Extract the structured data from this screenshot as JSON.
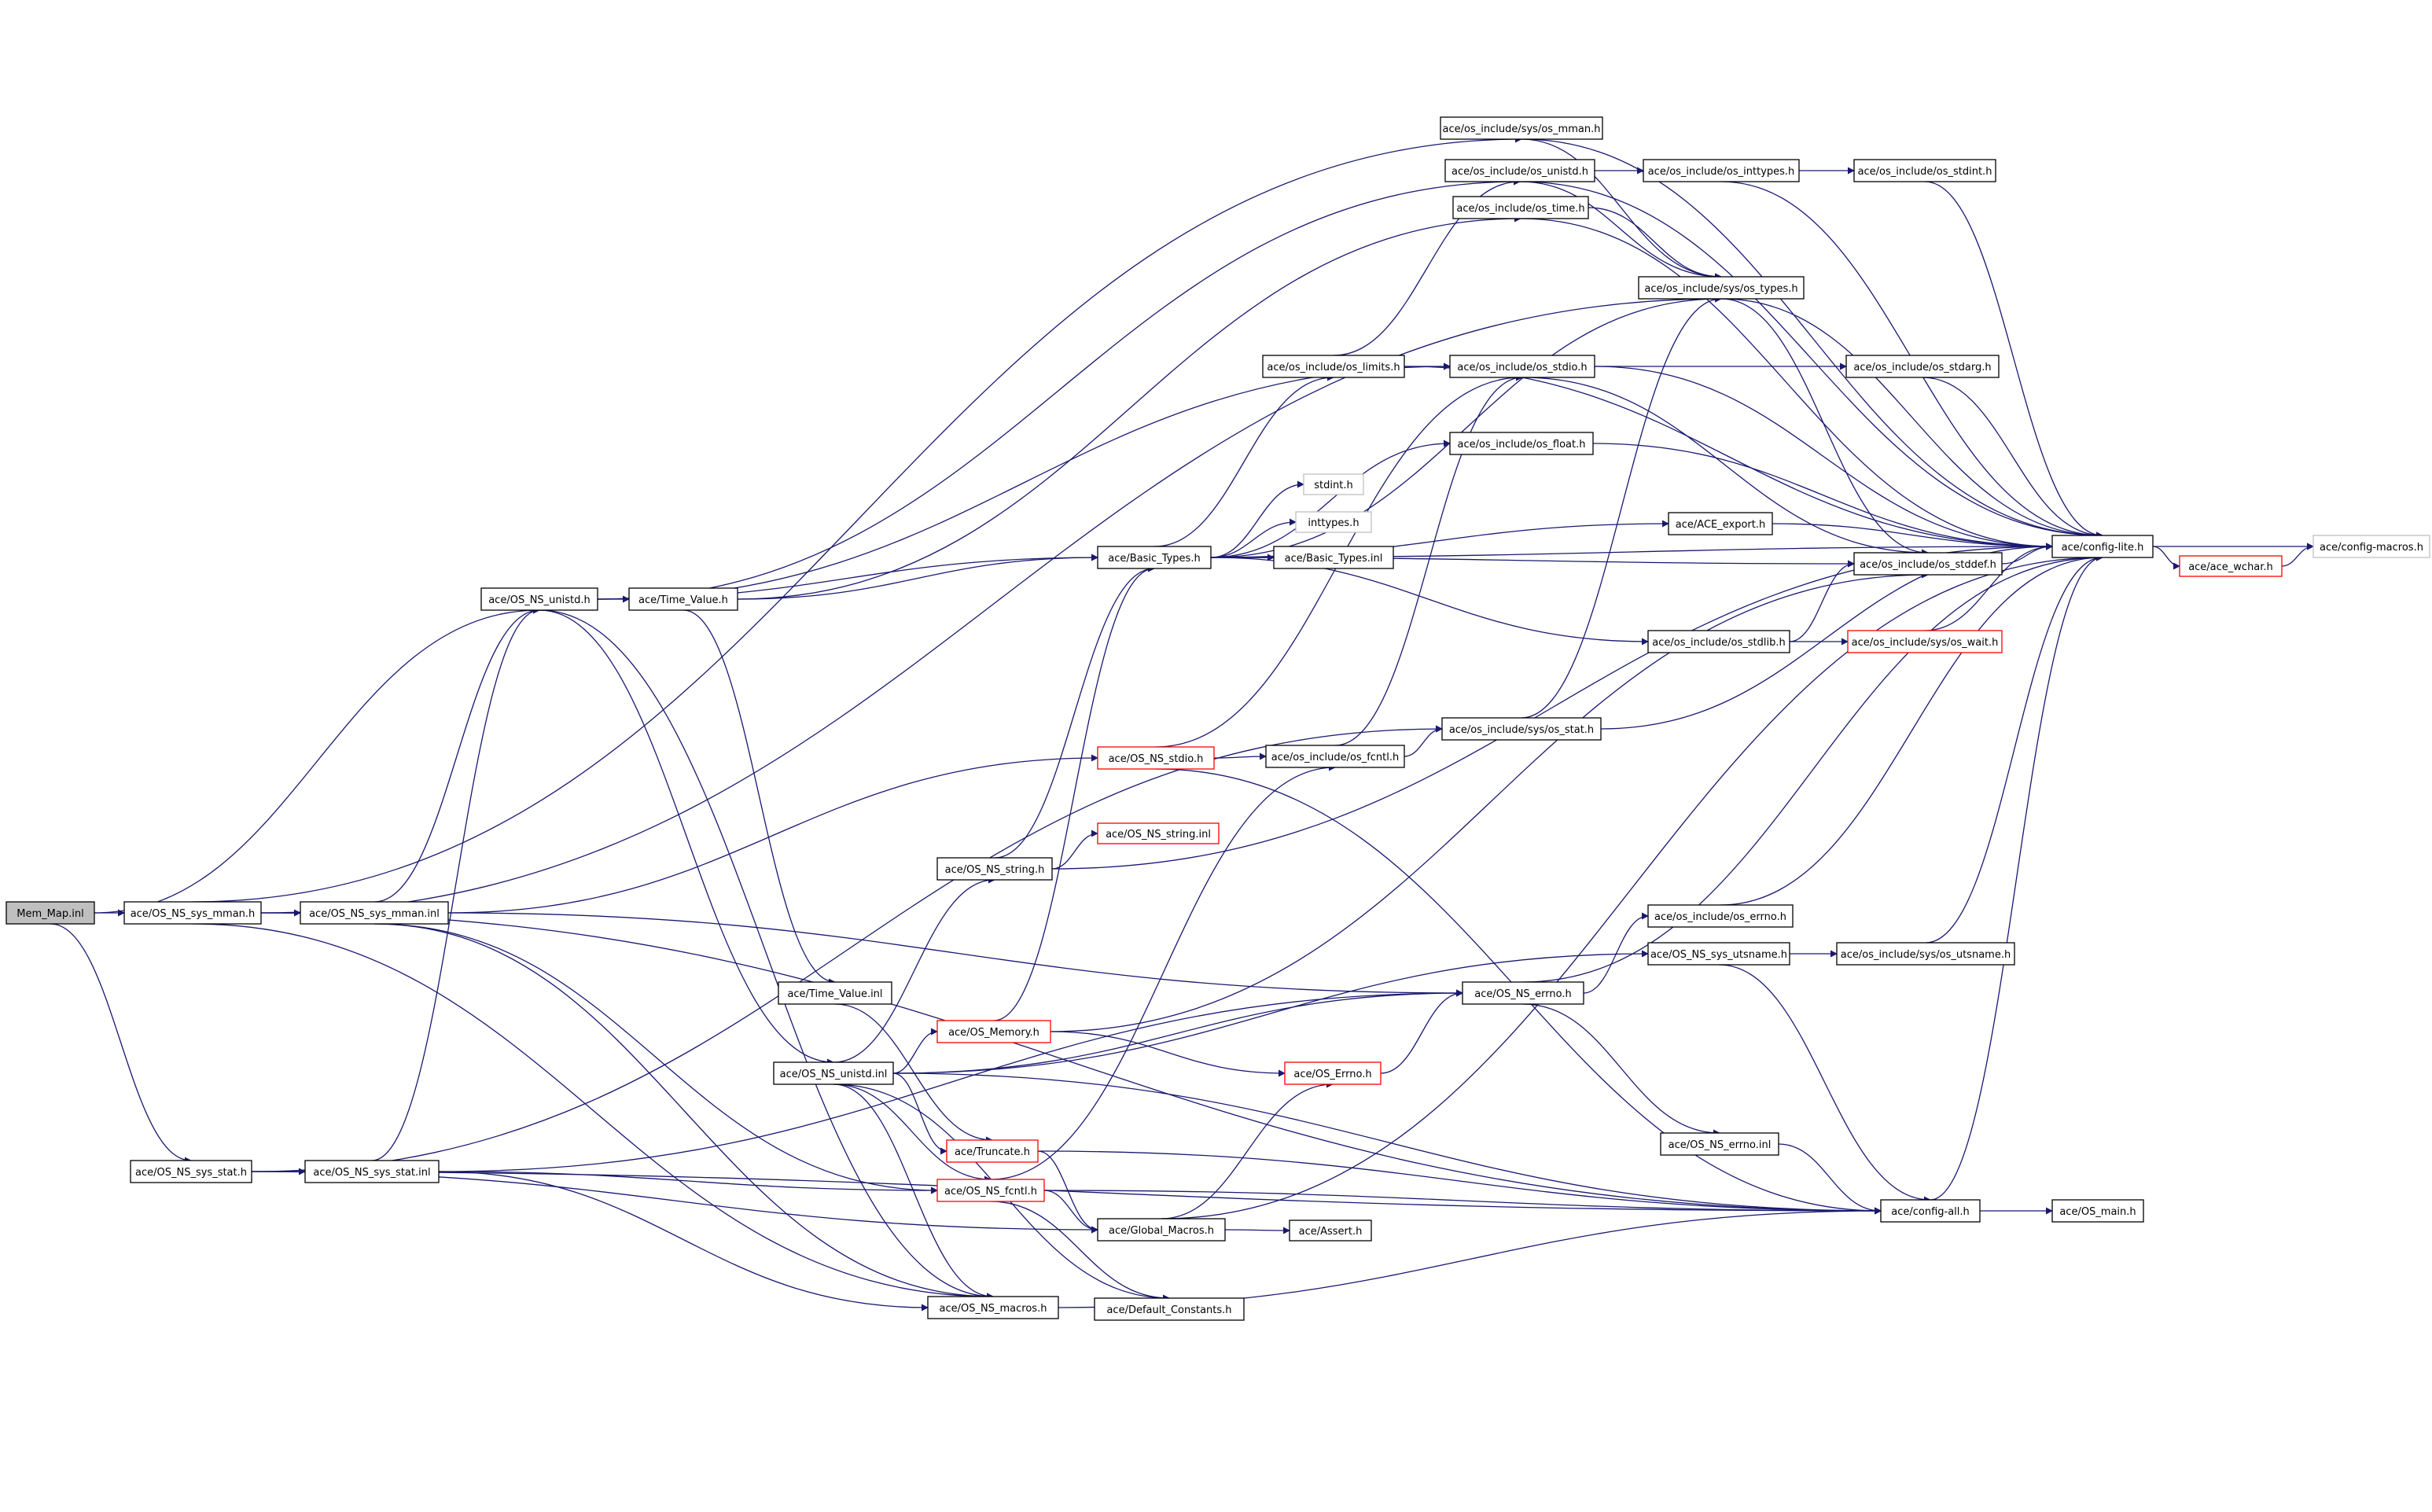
{
  "graph": {
    "title": "",
    "colors": {
      "edge": "#191970",
      "node_border": "#000000",
      "root_fill": "#bfbfbf",
      "incomplete_border": "#ff0000",
      "missing_border": "#bfbfbf",
      "background": "#ffffff"
    },
    "nodes": [
      {
        "id": "mem_map_inl",
        "label": "Mem_Map.inl",
        "style": "root"
      },
      {
        "id": "os_ns_sys_mman_h",
        "label": "ace/OS_NS_sys_mman.h",
        "style": "normal"
      },
      {
        "id": "os_ns_sys_mman_inl",
        "label": "ace/OS_NS_sys_mman.inl",
        "style": "normal"
      },
      {
        "id": "os_ns_sys_stat_h",
        "label": "ace/OS_NS_sys_stat.h",
        "style": "normal"
      },
      {
        "id": "os_ns_sys_stat_inl",
        "label": "ace/OS_NS_sys_stat.inl",
        "style": "normal"
      },
      {
        "id": "os_ns_unistd_h",
        "label": "ace/OS_NS_unistd.h",
        "style": "normal"
      },
      {
        "id": "time_value_h",
        "label": "ace/Time_Value.h",
        "style": "normal"
      },
      {
        "id": "time_value_inl",
        "label": "ace/Time_Value.inl",
        "style": "normal"
      },
      {
        "id": "os_ns_unistd_inl",
        "label": "ace/OS_NS_unistd.inl",
        "style": "normal"
      },
      {
        "id": "os_ns_string_h",
        "label": "ace/OS_NS_string.h",
        "style": "normal"
      },
      {
        "id": "os_ns_string_inl",
        "label": "ace/OS_NS_string.inl",
        "style": "red"
      },
      {
        "id": "os_ns_stdio_h",
        "label": "ace/OS_NS_stdio.h",
        "style": "red"
      },
      {
        "id": "os_memory_h",
        "label": "ace/OS_Memory.h",
        "style": "red"
      },
      {
        "id": "truncate_h",
        "label": "ace/Truncate.h",
        "style": "red"
      },
      {
        "id": "os_ns_fcntl_h",
        "label": "ace/OS_NS_fcntl.h",
        "style": "red"
      },
      {
        "id": "os_ns_macros_h",
        "label": "ace/OS_NS_macros.h",
        "style": "normal"
      },
      {
        "id": "global_macros_h",
        "label": "ace/Global_Macros.h",
        "style": "normal"
      },
      {
        "id": "default_constants_h",
        "label": "ace/Default_Constants.h",
        "style": "normal"
      },
      {
        "id": "assert_h",
        "label": "ace/Assert.h",
        "style": "normal"
      },
      {
        "id": "os_errno_h",
        "label": "ace/OS_Errno.h",
        "style": "red"
      },
      {
        "id": "os_ns_errno_h",
        "label": "ace/OS_NS_errno.h",
        "style": "normal"
      },
      {
        "id": "os_ns_errno_inl",
        "label": "ace/OS_NS_errno.inl",
        "style": "normal"
      },
      {
        "id": "basic_types_h",
        "label": "ace/Basic_Types.h",
        "style": "normal"
      },
      {
        "id": "basic_types_inl",
        "label": "ace/Basic_Types.inl",
        "style": "normal"
      },
      {
        "id": "stdint_h",
        "label": "stdint.h",
        "style": "gray"
      },
      {
        "id": "inttypes_h",
        "label": "inttypes.h",
        "style": "gray"
      },
      {
        "id": "os_limits_h",
        "label": "ace/os_include/os_limits.h",
        "style": "normal"
      },
      {
        "id": "os_stdio_h",
        "label": "ace/os_include/os_stdio.h",
        "style": "normal"
      },
      {
        "id": "os_float_h",
        "label": "ace/os_include/os_float.h",
        "style": "normal"
      },
      {
        "id": "ace_export_h",
        "label": "ace/ACE_export.h",
        "style": "normal"
      },
      {
        "id": "os_fcntl_h",
        "label": "ace/os_include/os_fcntl.h",
        "style": "normal"
      },
      {
        "id": "sys_os_stat_h",
        "label": "ace/os_include/sys/os_stat.h",
        "style": "normal"
      },
      {
        "id": "sys_os_mman_h",
        "label": "ace/os_include/sys/os_mman.h",
        "style": "normal"
      },
      {
        "id": "os_unistd_h",
        "label": "ace/os_include/os_unistd.h",
        "style": "normal"
      },
      {
        "id": "os_time_h",
        "label": "ace/os_include/os_time.h",
        "style": "normal"
      },
      {
        "id": "sys_os_types_h",
        "label": "ace/os_include/sys/os_types.h",
        "style": "normal"
      },
      {
        "id": "os_inttypes_h",
        "label": "ace/os_include/os_inttypes.h",
        "style": "normal"
      },
      {
        "id": "os_stdint_h",
        "label": "ace/os_include/os_stdint.h",
        "style": "normal"
      },
      {
        "id": "os_stdarg_h",
        "label": "ace/os_include/os_stdarg.h",
        "style": "normal"
      },
      {
        "id": "os_stddef_h",
        "label": "ace/os_include/os_stddef.h",
        "style": "normal"
      },
      {
        "id": "os_stdlib_h",
        "label": "ace/os_include/os_stdlib.h",
        "style": "normal"
      },
      {
        "id": "sys_os_wait_h",
        "label": "ace/os_include/sys/os_wait.h",
        "style": "red"
      },
      {
        "id": "os_errno_hh",
        "label": "ace/os_include/os_errno.h",
        "style": "normal"
      },
      {
        "id": "os_ns_sys_utsname_h",
        "label": "ace/OS_NS_sys_utsname.h",
        "style": "normal"
      },
      {
        "id": "sys_os_utsname_h",
        "label": "ace/os_include/sys/os_utsname.h",
        "style": "normal"
      },
      {
        "id": "config_lite_h",
        "label": "ace/config-lite.h",
        "style": "normal"
      },
      {
        "id": "ace_wchar_h",
        "label": "ace/ace_wchar.h",
        "style": "red"
      },
      {
        "id": "config_macros_h",
        "label": "ace/config-macros.h",
        "style": "gray"
      },
      {
        "id": "config_all_h",
        "label": "ace/config-all.h",
        "style": "normal"
      },
      {
        "id": "os_main_h",
        "label": "ace/OS_main.h",
        "style": "normal"
      }
    ]
  }
}
